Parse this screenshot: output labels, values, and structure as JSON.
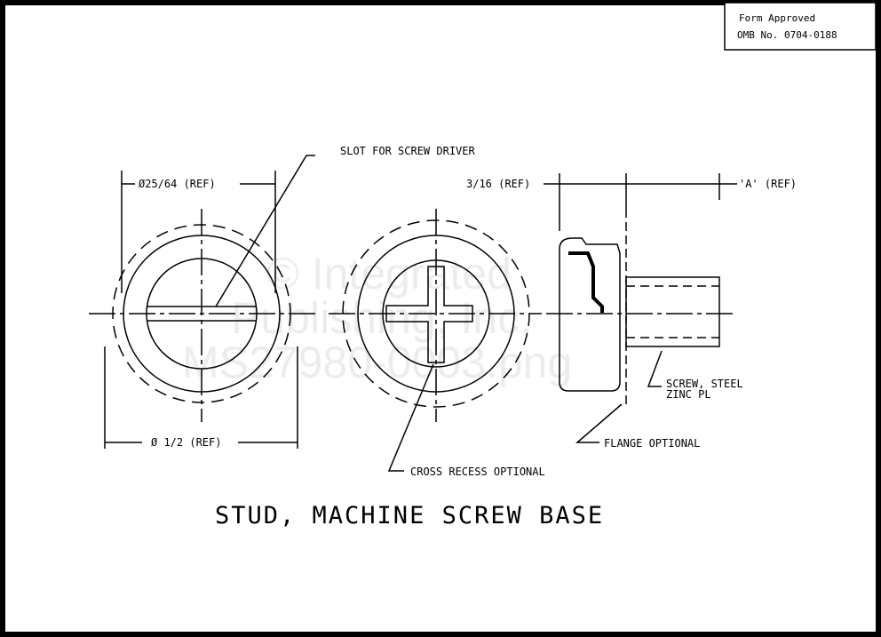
{
  "form_box": {
    "line1": "Form Approved",
    "line2": "OMB No. 0704-0188"
  },
  "labels": {
    "slot": "SLOT FOR SCREW DRIVER",
    "head_dia": "Ø25/64 (REF)",
    "flange_dia": "Ø 1/2 (REF)",
    "thickness": "3/16 (REF)",
    "length": "'A' (REF)",
    "screw_1": "SCREW, STEEL",
    "screw_2": "ZINC PL",
    "flange": "FLANGE OPTIONAL",
    "cross": "CROSS RECESS OPTIONAL"
  },
  "title": "STUD, MACHINE SCREW BASE",
  "watermark": [
    "© Integrated",
    "Publishing, Inc.",
    "MS27980-0003.png"
  ]
}
